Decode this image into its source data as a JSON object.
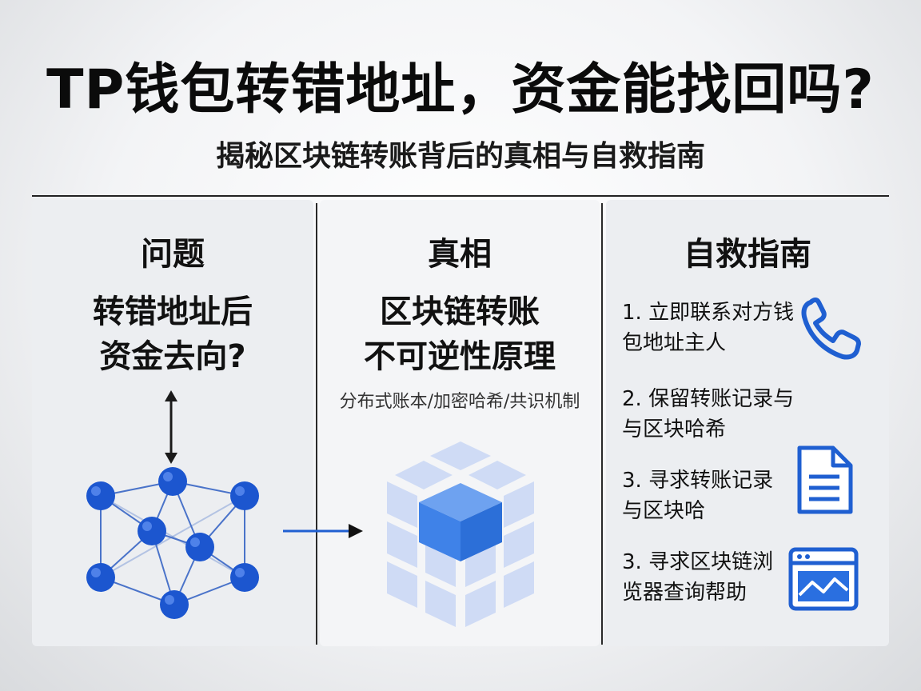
{
  "header": {
    "title": "TP钱包转错地址，资金能找回吗?",
    "subtitle": "揭秘区块链转账背后的真相与自救指南"
  },
  "columns": {
    "problem": {
      "heading": "问题",
      "line1": "转错地址后",
      "line2": "资金去向?"
    },
    "truth": {
      "heading": "真相",
      "line1": "区块链转账",
      "line2": "不可逆性原理",
      "note": "分布式账本/加密哈希/共识机制"
    },
    "guide": {
      "heading": "自救指南",
      "steps": [
        {
          "line1": "1. 立即联系对方钱",
          "line2": "包地址主人",
          "icon": "phone-icon"
        },
        {
          "line1": "2. 保留转账记录与",
          "line2": "与区块哈希",
          "icon": ""
        },
        {
          "line1": "3. 寻求转账记录",
          "line2": "与区块哈",
          "icon": "document-icon"
        },
        {
          "line1": "3. 寻求区块链浏",
          "line2": "览器查询帮助",
          "icon": "browser-chart-icon"
        }
      ]
    }
  },
  "colors": {
    "accent": "#1f5fd1",
    "node": "#1c56cf",
    "cube_light": "#c9d7f5",
    "cube_core": "#3f82e8"
  }
}
